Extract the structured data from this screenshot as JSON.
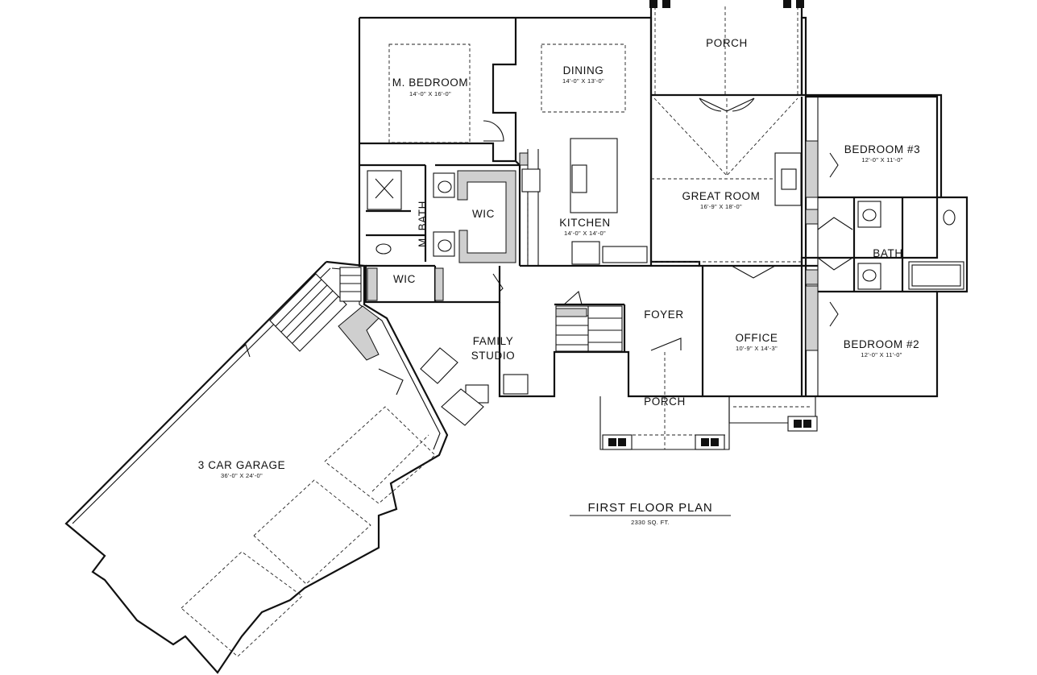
{
  "plan": {
    "title": "FIRST FLOOR PLAN",
    "area": "2330 SQ. FT."
  },
  "rooms": {
    "m_bedroom": {
      "name": "M. BEDROOM",
      "dim": "14'-0\" X 16'-0\""
    },
    "dining": {
      "name": "DINING",
      "dim": "14'-0\" X 13'-0\""
    },
    "porch_rear": {
      "name": "PORCH"
    },
    "bedroom3": {
      "name": "BEDROOM #3",
      "dim": "12'-0\" X 11'-0\""
    },
    "great_room": {
      "name": "GREAT ROOM",
      "dim": "16'-9\" X 18'-0\""
    },
    "wic_master": {
      "name": "WIC"
    },
    "m_bath": {
      "name": "M. BATH"
    },
    "kitchen": {
      "name": "KITCHEN",
      "dim": "14'-0\" X 14'-0\""
    },
    "bath": {
      "name": "BATH"
    },
    "wic_hall": {
      "name": "WIC"
    },
    "foyer": {
      "name": "FOYER"
    },
    "family": {
      "name": "FAMILY"
    },
    "studio": {
      "name": "STUDIO"
    },
    "office": {
      "name": "OFFICE",
      "dim": "10'-9\" X 14'-3\""
    },
    "bedroom2": {
      "name": "BEDROOM #2",
      "dim": "12'-0\" X 11'-0\""
    },
    "porch_front": {
      "name": "PORCH"
    },
    "garage": {
      "name": "3 CAR GARAGE",
      "dim": "36'-0\" X 24'-0\""
    }
  }
}
